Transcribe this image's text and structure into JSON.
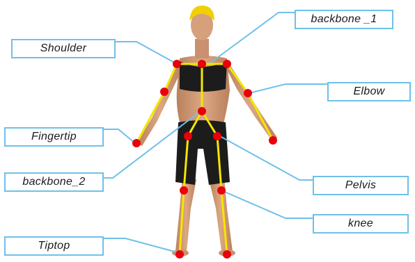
{
  "labels": {
    "backbone_1": "backbone _1",
    "shoulder": "Shoulder",
    "elbow": "Elbow",
    "fingertip": "Fingertip",
    "backbone_2": "backbone_2",
    "pelvis": "Pelvis",
    "knee": "knee",
    "tiptop": "Tiptop"
  },
  "colors": {
    "skeleton": "#f5e600",
    "joint": "#e8000a",
    "leader_line": "#6fc0e8",
    "label_border": "#6fc0e8",
    "skin": "#d29a74",
    "garment": "#1c1c1c",
    "cap": "#f0d000"
  }
}
